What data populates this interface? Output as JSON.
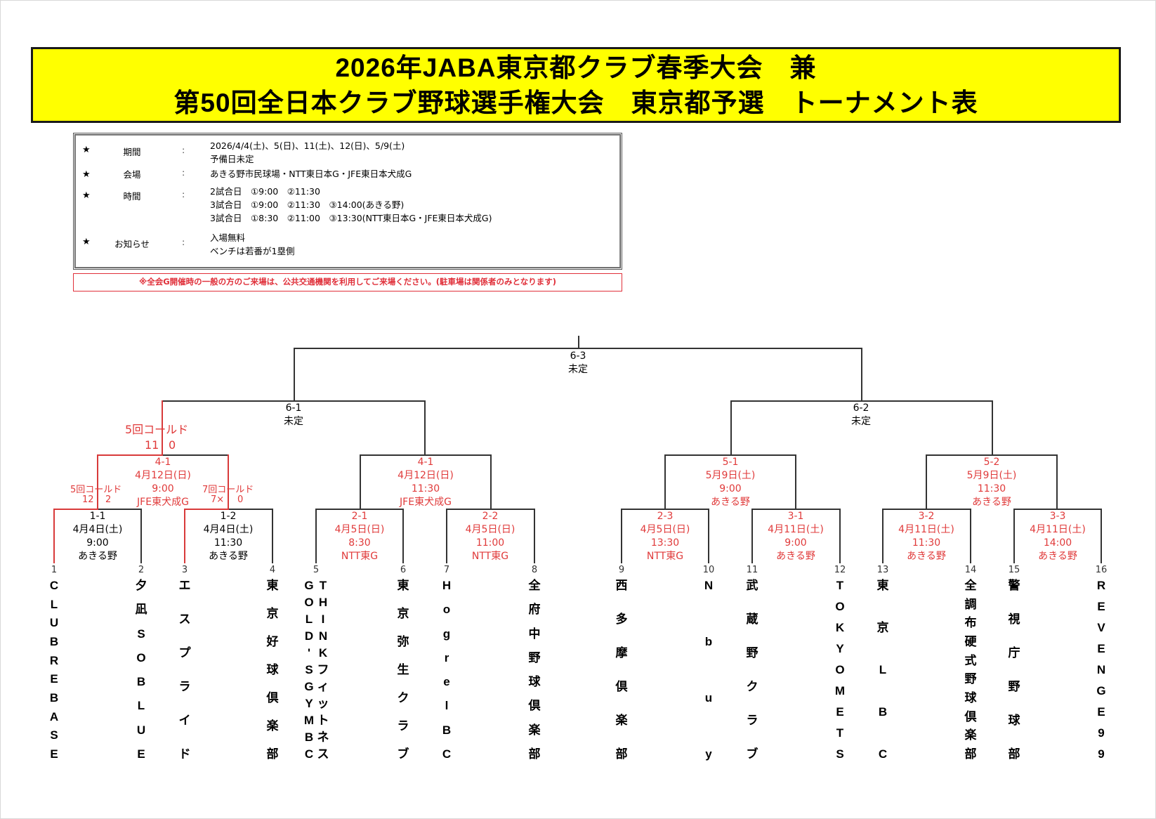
{
  "title": {
    "line1": "2026年JABA東京都クラブ春季大会　兼",
    "line2": "第50回全日本クラブ野球選手権大会　東京都予選　トーナメント表"
  },
  "info": {
    "rows": [
      {
        "star": "★",
        "label": "期間",
        "colon": ":",
        "values": [
          "2026/4/4(土)、5(日)、11(土)、12(日)、5/9(土)",
          "予備日未定"
        ]
      },
      {
        "star": "★",
        "label": "会場",
        "colon": ":",
        "values": [
          "あきる野市民球場・NTT東日本G・JFE東日本犬成G"
        ]
      },
      {
        "star": "★",
        "label": "時間",
        "colon": ":",
        "values": [
          "2試合日　①9:00　②11:30",
          "3試合日　①9:00　②11:30　③14:00(あきる野)",
          "3試合日　①8:30　②11:00　③13:30(NTT東日本G・JFE東日本犬成G)"
        ]
      },
      {
        "star": "★",
        "label": "お知らせ",
        "colon": ":",
        "values": [
          "入場無料",
          "ベンチは若番が1塁側"
        ]
      }
    ],
    "notice": "※全会G開催時の一般の方のご来場は、公共交通機関を利用してご来場ください。(駐車場は関係者のみとなります)"
  },
  "colors": {
    "title_bg": "#ffff00",
    "result_red": "#e03a3a",
    "line_dark": "#333333"
  },
  "bracket": {
    "final": {
      "id": "6-3",
      "status": "未定"
    },
    "semis": [
      {
        "id": "6-1",
        "status": "未定"
      },
      {
        "id": "6-2",
        "status": "未定"
      }
    ],
    "quarters": [
      {
        "id": "4-1",
        "date": "4月12日(日)",
        "time": "9:00",
        "venue": "JFE東犬成G",
        "result_note": "5回コールド",
        "score_left": "11",
        "score_right": "0"
      },
      {
        "id": "4-1",
        "date": "4月12日(日)",
        "time": "11:30",
        "venue": "JFE東犬成G"
      },
      {
        "id": "5-1",
        "date": "5月9日(土)",
        "time": "9:00",
        "venue": "あきる野"
      },
      {
        "id": "5-2",
        "date": "5月9日(土)",
        "time": "11:30",
        "venue": "あきる野"
      }
    ],
    "first_round": [
      {
        "id": "1-1",
        "date": "4月4日(土)",
        "time": "9:00",
        "venue": "あきる野",
        "result_note": "5回コールド",
        "score_left": "12",
        "score_right": "2"
      },
      {
        "id": "1-2",
        "date": "4月4日(土)",
        "time": "11:30",
        "venue": "あきる野",
        "result_note": "7回コールド",
        "score_left": "7×",
        "score_right": "0"
      },
      {
        "id": "2-1",
        "date": "4月5日(日)",
        "time": "8:30",
        "venue": "NTT東G"
      },
      {
        "id": "2-2",
        "date": "4月5日(日)",
        "time": "11:00",
        "venue": "NTT東G"
      },
      {
        "id": "2-3",
        "date": "4月5日(日)",
        "time": "13:30",
        "venue": "NTT東G"
      },
      {
        "id": "3-1",
        "date": "4月11日(土)",
        "time": "9:00",
        "venue": "あきる野"
      },
      {
        "id": "3-2",
        "date": "4月11日(土)",
        "time": "11:30",
        "venue": "あきる野"
      },
      {
        "id": "3-3",
        "date": "4月11日(土)",
        "time": "14:00",
        "venue": "あきる野"
      }
    ],
    "teams": [
      {
        "no": "1",
        "name": "CLUB REBASE"
      },
      {
        "no": "2",
        "name": "夕凪SO BLUE"
      },
      {
        "no": "3",
        "name": "エスプライド"
      },
      {
        "no": "4",
        "name": "東京好球倶楽部"
      },
      {
        "no": "5",
        "name": "GOLD'S GYM THINKフィットネスBC"
      },
      {
        "no": "6",
        "name": "東京弥生クラブ"
      },
      {
        "no": "7",
        "name": "Hogrel BC"
      },
      {
        "no": "8",
        "name": "全府中野球倶楽部"
      },
      {
        "no": "9",
        "name": "西多摩倶楽部"
      },
      {
        "no": "10",
        "name": "Nbuy"
      },
      {
        "no": "11",
        "name": "武蔵野クラブ"
      },
      {
        "no": "12",
        "name": "TOKYO METS"
      },
      {
        "no": "13",
        "name": "東京LBC"
      },
      {
        "no": "14",
        "name": "全調布硬式野球倶楽部"
      },
      {
        "no": "15",
        "name": "警視庁野球部"
      },
      {
        "no": "16",
        "name": "REVENGE99"
      }
    ]
  }
}
